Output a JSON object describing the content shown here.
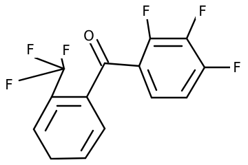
{
  "molecule": {
    "atoms": {
      "oxygen": "O",
      "fluorine_2": "F",
      "fluorine_3": "F",
      "fluorine_4": "F",
      "cf3_fluorine_top": "F",
      "cf3_fluorine_right": "F",
      "cf3_fluorine_left": "F"
    },
    "colors": {
      "bond": "#000000",
      "label": "#000000",
      "background": "#ffffff"
    }
  }
}
